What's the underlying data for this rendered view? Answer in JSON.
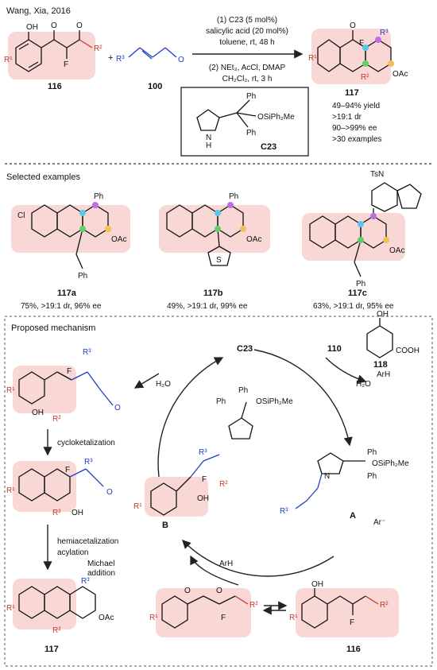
{
  "header": {
    "citation": "Wang, Xia, 2016"
  },
  "scheme": {
    "reactant1": "116",
    "plus": "+",
    "reactant2": "100",
    "reactant2_sub": "R³",
    "cond1": "(1) C23 (5 mol%)",
    "cond2": "salicylic acid (20 mol%)",
    "cond3": "toluene, rt, 48 h",
    "cond4": "(2) NEt₃, AcCl, DMAP",
    "cond5": "CH₂Cl₂, rt, 3 h",
    "catalyst_label": "C23",
    "catalyst_ph1": "Ph",
    "catalyst_ph2": "Ph",
    "catalyst_osi": "OSiPh₂Me",
    "catalyst_nh": "N\nH",
    "product": "117",
    "stats": [
      "49–94% yield",
      ">19:1 dr",
      "90–>99% ee",
      ">30 examples"
    ],
    "labels": {
      "r1": "R¹",
      "r2": "R²",
      "r3": "R³",
      "f": "F",
      "oh": "OH",
      "o": "O",
      "oac": "OAc"
    }
  },
  "examples": {
    "title": "Selected examples",
    "items": [
      {
        "id": "117a",
        "result": "75%, >19:1 dr, 96% ee",
        "sub": "Ph",
        "halogen": "Cl",
        "side": "Ph"
      },
      {
        "id": "117b",
        "result": "49%, >19:1 dr, 99% ee",
        "sub": "Ph",
        "hetero": "S"
      },
      {
        "id": "117c",
        "result": "63%, >19:1 dr, 95% ee",
        "sub": "TsN",
        "side": "Ph"
      }
    ]
  },
  "mechanism": {
    "title": "Proposed mechanism",
    "catalyst": "C23",
    "additive": "110",
    "acid_id": "118",
    "acid_cooh": "COOH",
    "acid_oh": "OH",
    "arh": "ArH",
    "water": "H₂O",
    "water2": "H₂O",
    "step_cyclo": "cycloketalization",
    "step_hemi": "hemiacetalization",
    "step_acyl": "acylation",
    "step_michael1": "Michael",
    "step_michael2": "addition",
    "arh2": "ArH",
    "int_a": "A",
    "int_b": "B",
    "ar_minus": "Ar⁻",
    "product": "117",
    "sm": "116",
    "n_plus": "N",
    "ph": "Ph",
    "osi": "OSiPh₂Me"
  }
}
